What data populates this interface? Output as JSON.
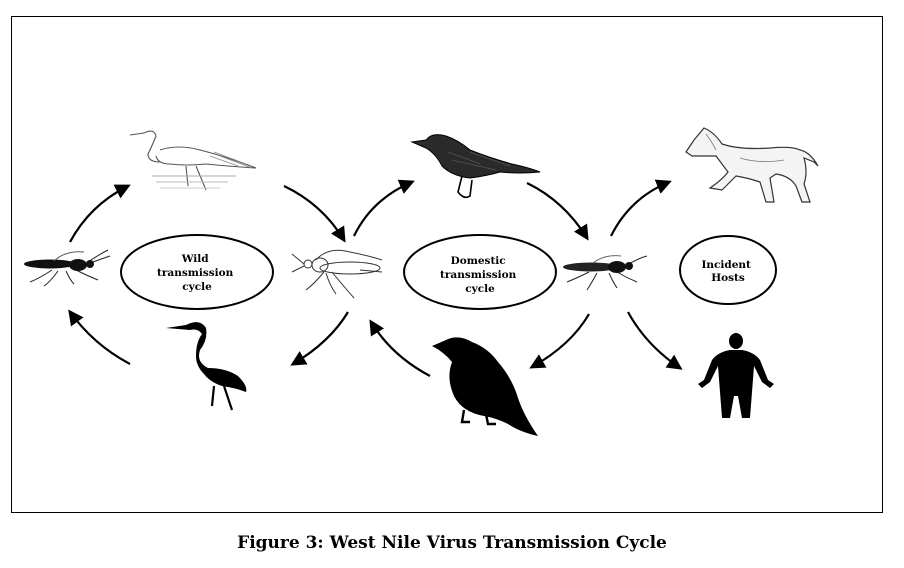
{
  "cycles": [
    {
      "id": "wild",
      "lines": [
        "Wild",
        "transmission",
        "cycle"
      ]
    },
    {
      "id": "domestic",
      "lines": [
        "Domestic",
        "transmission",
        "cycle"
      ]
    },
    {
      "id": "incident",
      "lines": [
        "Incident",
        "Hosts"
      ]
    }
  ],
  "figure": {
    "caption": "Figure 3: West Nile Virus Transmission Cycle"
  }
}
